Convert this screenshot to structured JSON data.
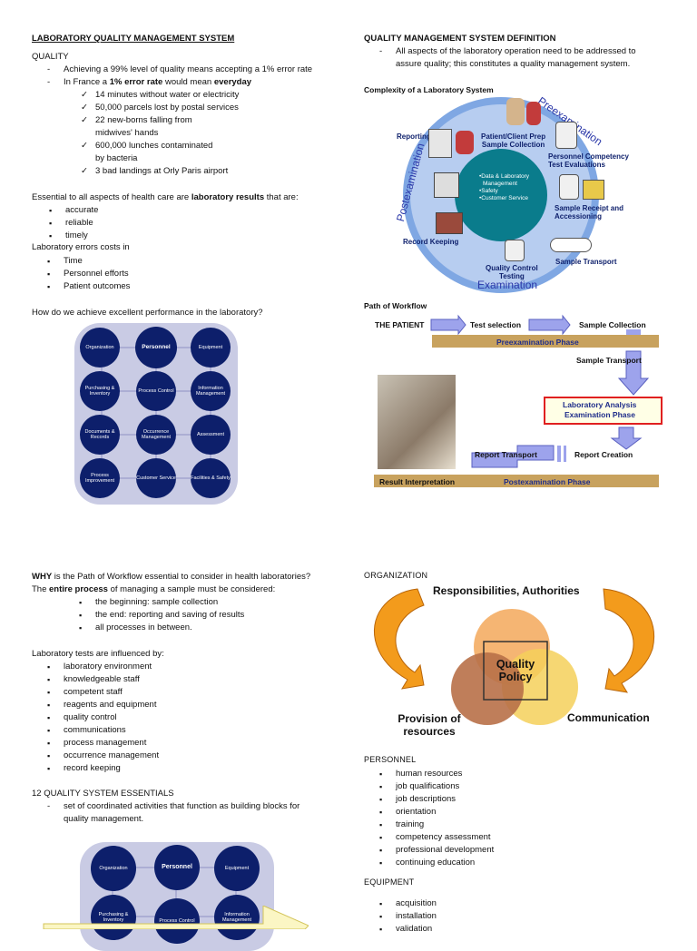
{
  "left1": {
    "title": "LABORATORY QUALITY MANAGEMENT SYSTEM",
    "quality_heading": "QUALITY",
    "dash1": "Achieving a 99% level of quality means accepting a 1% error rate",
    "dash2_pre": "In France a ",
    "dash2_bold": "1% error rate",
    "dash2_mid": " would mean ",
    "dash2_bold2": "everyday",
    "checks": [
      "14 minutes without water or electricity",
      "50,000 parcels lost by postal services",
      "22 new-borns falling from",
      "600,000 lunches contaminated",
      "3 bad landings at Orly Paris airport"
    ],
    "check_cont1": "midwives' hands",
    "check_cont2": "by bacteria",
    "essential_pre": "Essential to all aspects of health care are ",
    "essential_bold": "laboratory results",
    "essential_post": " that are:",
    "results": [
      "accurate",
      "reliable",
      "timely"
    ],
    "errors_heading": "Laboratory errors costs in",
    "errors": [
      "Time",
      "Personnel efforts",
      "Patient outcomes"
    ],
    "question": "How do we achieve excellent performance in the laboratory?"
  },
  "grid": [
    "Organization",
    "Personnel",
    "Equipment",
    "Purchasing & Inventory",
    "Process Control",
    "Information Management",
    "Documents & Records",
    "Occurrence Management",
    "Assessment",
    "Process Improvement",
    "Customer Service",
    "Facilities & Safety"
  ],
  "right1": {
    "title": "QUALITY MANAGEMENT SYSTEM DEFINITION",
    "dash1": "All aspects of the laboratory operation need to be addressed to",
    "dash1_cont": "assure quality; this constitutes a quality management system.",
    "complexity": "Complexity of a Laboratory System",
    "ring_top": "Preexamination",
    "ring_left": "Postexamination",
    "ring_bottom": "Examination",
    "center": [
      "•Data & Laboratory",
      "Management",
      "•Safety",
      "•Customer Service"
    ],
    "labels": {
      "reporting": "Reporting",
      "prep": "Patient/Client Prep\nSample Collection",
      "competency": "Personnel Competency\nTest Evaluations",
      "receipt": "Sample Receipt and\nAccessioning",
      "transport": "Sample Transport",
      "qc": "Quality Control\nTesting",
      "record": "Record Keeping"
    },
    "path_title": "Path of Workflow",
    "wf": {
      "patient": "THE PATIENT",
      "test_sel": "Test selection",
      "collection": "Sample Collection",
      "pre_phase": "Preexamination Phase",
      "sample_transport": "Sample Transport",
      "analysis": "Laboratory Analysis",
      "exam_phase": "Examination Phase",
      "report_transport": "Report Transport",
      "report_creation": "Report Creation",
      "result_interp": "Result Interpretation",
      "post_phase": "Postexamination Phase"
    }
  },
  "left2": {
    "why_bold": "WHY",
    "why_rest": " is the Path of Workflow essential to consider in health laboratories?",
    "entire_pre": "The ",
    "entire_bold": "entire process",
    "entire_post": " of managing a sample must be considered:",
    "items": [
      "the beginning: sample collection",
      "the end: reporting and saving of results",
      "all processes in between."
    ],
    "influenced": "Laboratory tests are influenced by:",
    "influences": [
      "laboratory environment",
      "knowledgeable staff",
      "competent staff",
      "reagents and equipment",
      "quality control",
      "communications",
      "process management",
      "occurrence management",
      "record keeping"
    ],
    "essentials_title": "12 QUALITY SYSTEM ESSENTIALS",
    "essentials_dash": "set of coordinated activities that function as building blocks for",
    "essentials_cont": "quality management."
  },
  "grid2": [
    "Organization",
    "Personnel",
    "Equipment",
    "Purchasing & Inventory",
    "Process Control",
    "Information Management"
  ],
  "right2": {
    "org_heading": "ORGANIZATION",
    "resp": "Responsibilities, Authorities",
    "policy": "Quality Policy",
    "provision": "Provision of resources",
    "communication": "Communication",
    "personnel_heading": "PERSONNEL",
    "personnel": [
      "human resources",
      "job qualifications",
      "job descriptions",
      "orientation",
      "training",
      "competency assessment",
      "professional development",
      "continuing education"
    ],
    "equipment_heading": "EQUIPMENT",
    "equipment": [
      "acquisition",
      "installation",
      "validation"
    ]
  }
}
